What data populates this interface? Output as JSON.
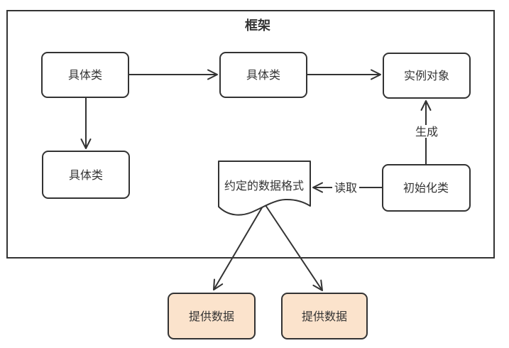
{
  "diagram": {
    "title": "框架",
    "nodes": {
      "concrete_class_1": {
        "label": "具体类"
      },
      "concrete_class_2": {
        "label": "具体类"
      },
      "instance_object": {
        "label": "实例对象"
      },
      "concrete_class_3": {
        "label": "具体类"
      },
      "data_format": {
        "label": "约定的数据格式"
      },
      "init_class": {
        "label": "初始化类"
      },
      "provide_data_1": {
        "label": "提供数据"
      },
      "provide_data_2": {
        "label": "提供数据"
      }
    },
    "edge_labels": {
      "generate": "生成",
      "read": "读取"
    },
    "colors": {
      "stroke": "#333333",
      "text": "#333333",
      "node_fill": "#ffffff",
      "highlight_fill": "#fbe3cc",
      "background": "#ffffff"
    }
  }
}
